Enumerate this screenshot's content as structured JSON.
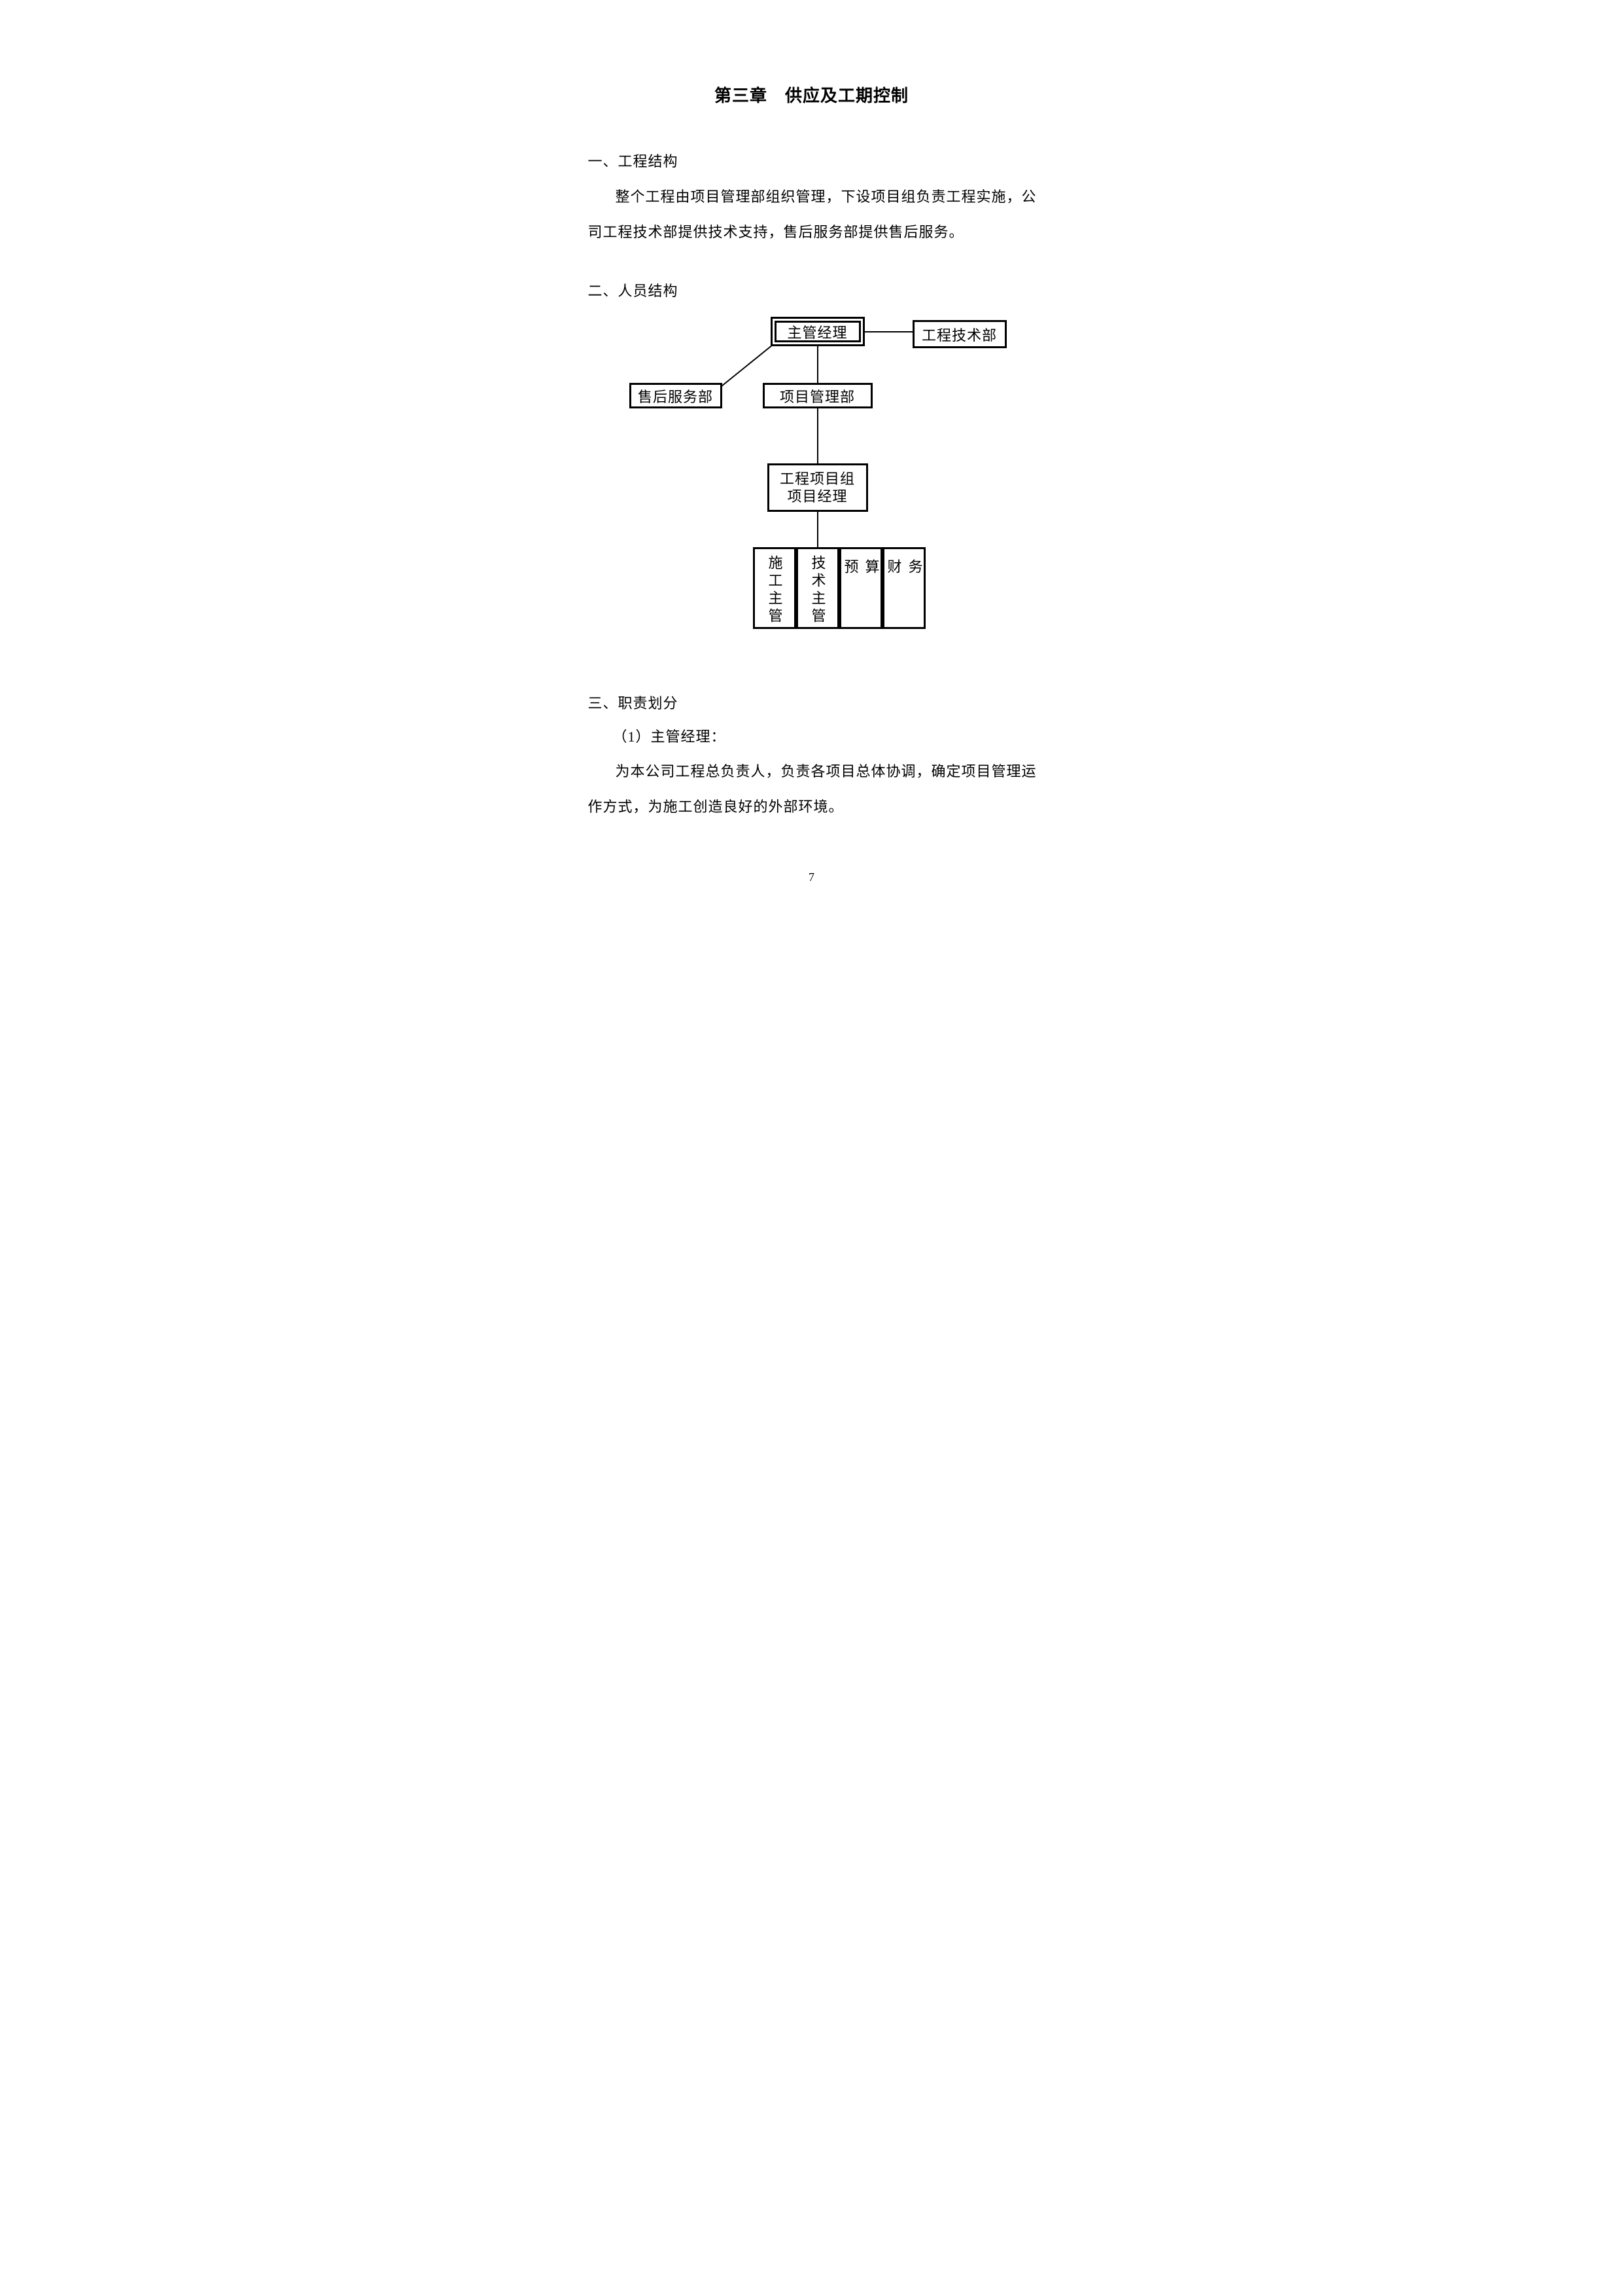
{
  "page": {
    "title": "第三章　供应及工期控制",
    "page_number": "7"
  },
  "sections": {
    "s1": {
      "heading": "一、工程结构",
      "lines": [
        "整个工程由项目管理部组织管理，下设项目组负责工程实施，公",
        "司工程技术部提供技术支持，售后服务部提供售后服务。"
      ]
    },
    "s2": {
      "heading": "二、人员结构"
    },
    "s3": {
      "heading": "三、职责划分",
      "item_label": "（1）主管经理：",
      "lines": [
        "为本公司工程总负责人，负责各项目总体协调，确定项目管理运",
        "作方式，为施工创造良好的外部环境。"
      ]
    }
  },
  "org_chart": {
    "nodes": {
      "manager": "主管经理",
      "tech_dept": "工程技术部",
      "after_sales_dept": "售后服务部",
      "project_mgmt_dept": "项目管理部",
      "project_team": {
        "line1": "工程项目组",
        "line2": "项目经理"
      },
      "construction_lead": "施工主管",
      "technical_lead": "技术主管",
      "budget": "预算",
      "finance": "财务"
    },
    "edges": [
      {
        "from": "manager",
        "to": "tech_dept"
      },
      {
        "from": "manager",
        "to": "after_sales_dept"
      },
      {
        "from": "manager",
        "to": "project_mgmt_dept"
      },
      {
        "from": "project_mgmt_dept",
        "to": "project_team"
      },
      {
        "from": "project_team",
        "to": "staff_row"
      }
    ]
  }
}
